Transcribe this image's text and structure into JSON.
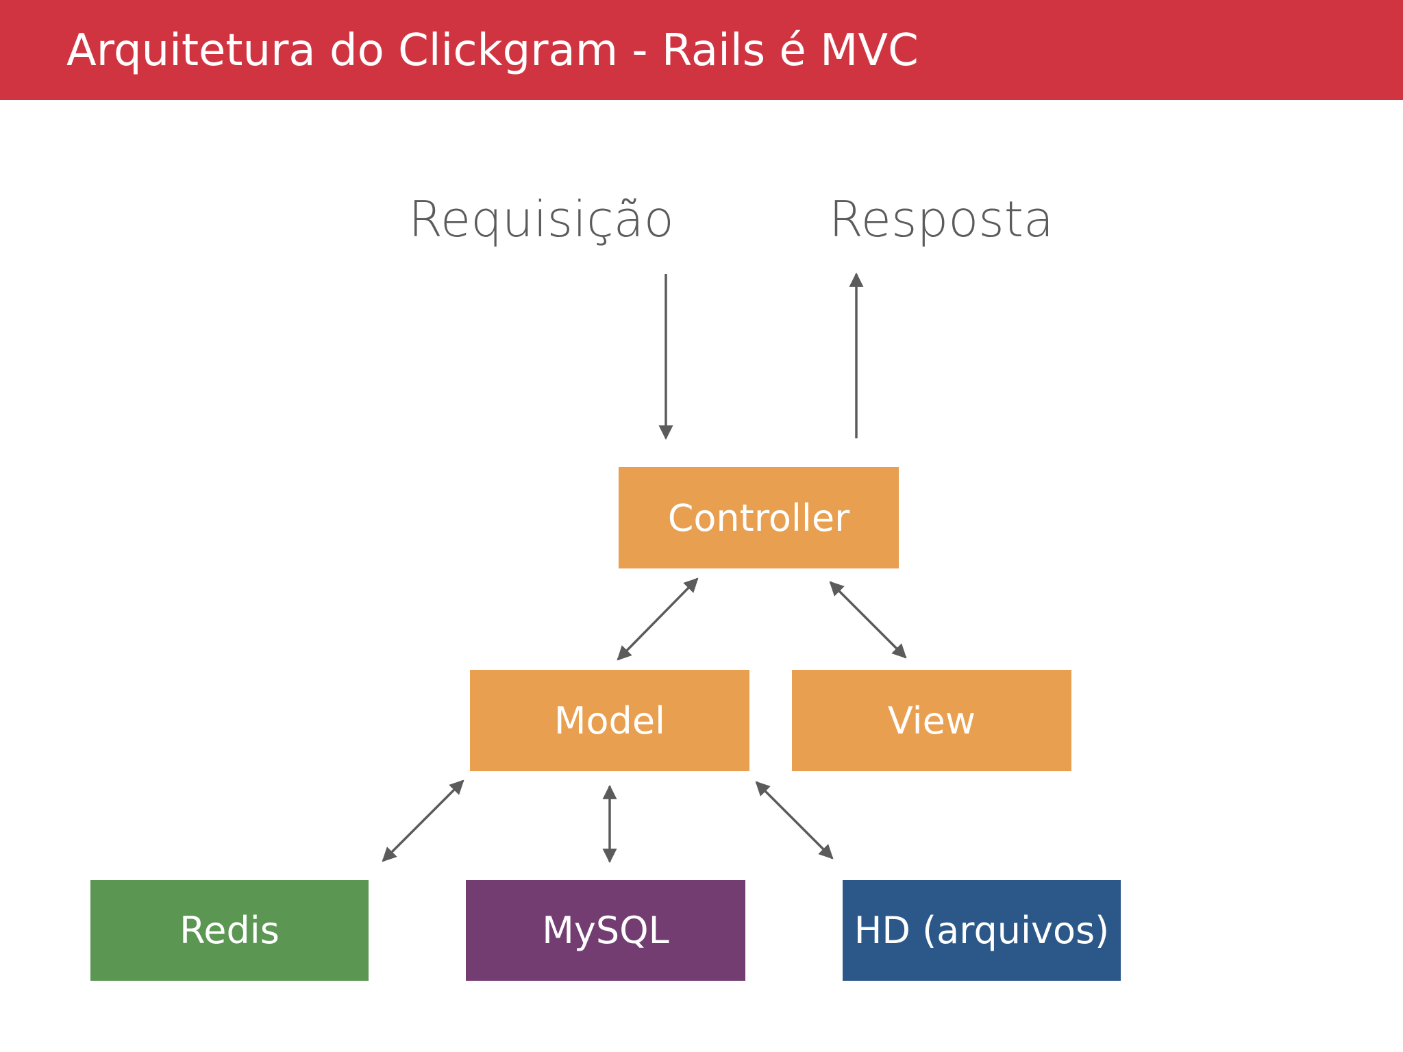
{
  "header": {
    "title": "Arquitetura do Clickgram - Rails é MVC",
    "background_color": "#d13441"
  },
  "flow": {
    "request_label": "Requisição",
    "response_label": "Resposta"
  },
  "nodes": {
    "controller": {
      "label": "Controller",
      "color": "#e99f50"
    },
    "model": {
      "label": "Model",
      "color": "#e99f50"
    },
    "view": {
      "label": "View",
      "color": "#e99f50"
    },
    "redis": {
      "label": "Redis",
      "color": "#5b9653"
    },
    "mysql": {
      "label": "MySQL",
      "color": "#733d72"
    },
    "hd": {
      "label": "HD (arquivos)",
      "color": "#2b5888"
    }
  },
  "edges": [
    {
      "from": "requisicao",
      "to": "controller",
      "direction": "one-way"
    },
    {
      "from": "controller",
      "to": "resposta",
      "direction": "one-way"
    },
    {
      "from": "controller",
      "to": "model",
      "direction": "two-way"
    },
    {
      "from": "controller",
      "to": "view",
      "direction": "two-way"
    },
    {
      "from": "model",
      "to": "redis",
      "direction": "two-way"
    },
    {
      "from": "model",
      "to": "mysql",
      "direction": "two-way"
    },
    {
      "from": "model",
      "to": "hd",
      "direction": "two-way"
    }
  ],
  "arrow_color": "#5b5b5b"
}
